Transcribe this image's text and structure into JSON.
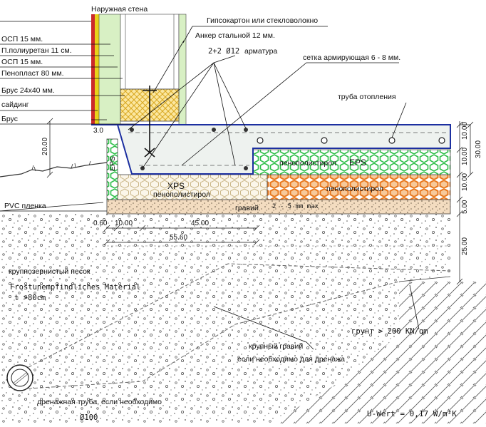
{
  "labels": {
    "outer_wall": "Наружная стена",
    "drywall": "Гипсокартон или стекловолокно",
    "osb_top": "ОСП 15 мм.",
    "pu_foam": "П.полиуретан 11 см.",
    "osb_second": "ОСП 15 мм.",
    "anchor": "Анкер стальной 12 мм.",
    "rebar_count": "2+2 Ø12",
    "rebar": "арматура",
    "foam_80": "Пенопласт 80 мм.",
    "beam_24x40": "Брус 24х40 мм.",
    "mesh": "сетка армирующая 6 - 8 мм.",
    "siding": "сайдинг",
    "beam": "Брус",
    "heating_pipe": "труба отопления",
    "eps_side": "EPS",
    "foam_eps": "пенополистирол",
    "eps": "EPS",
    "xps": "XPS",
    "foam_xps": "пенополистирол",
    "foam_lower": "пенополистирол",
    "gravel": "гравий",
    "gravel_size": "2 - 5 mm max",
    "pvc": "PVC пленка",
    "coarse_sand": "крупнозернистый песок",
    "frost_material": "Frostunempfindliches Material",
    "frost_depth": "t >80cm",
    "soil": "грунт > 200 KN/qm",
    "coarse_gravel": "крупный гравий",
    "drainage_note": "если необходимо для дренажа",
    "drain_pipe": "дренажная труба, если необходимо",
    "pipe_diameter": "Ø100",
    "u_value": "U-Wert = 0,17 W/m²K"
  },
  "dimensions": {
    "left_3": "3.0",
    "left_20": "20.00",
    "bottom_060": "0.60",
    "bottom_10": "10.00",
    "bottom_45": "45.00",
    "bottom_5560": "55.60",
    "right_10a": "10.00",
    "right_10b": "10.00",
    "right_10c": "10.00",
    "right_30": "30.00",
    "right_5": "5.00",
    "right_25": "25.00"
  },
  "colors": {
    "foam_green": "#2fbf4a",
    "foam_orange": "#e8781e",
    "slab_blue": "#1c2fa0",
    "wall_yellow": "#e8d21a",
    "wall_red": "#cc2a2a",
    "panel_green": "#d8f0c4",
    "gravel_fill": "#f3dcc0",
    "screed_fill": "#eaf0ec"
  }
}
